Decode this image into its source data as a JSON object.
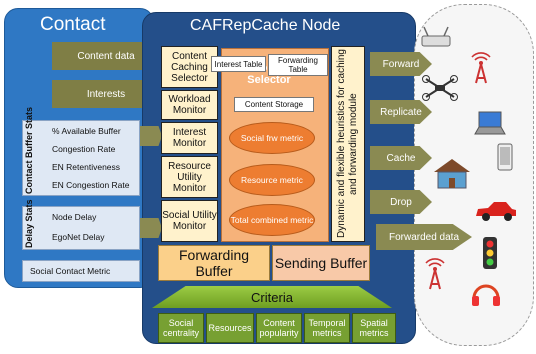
{
  "contact": {
    "title": "Contact",
    "arrow_content_data": "Content data",
    "arrow_interests": "Interests",
    "buffer_stats_label": "Contact Buffer Stats",
    "buffer_stats": [
      "% Available Buffer",
      "Congestion Rate",
      "EN  Retentiveness",
      "EN Congestion Rate"
    ],
    "delay_stats_label": "Delay Stats",
    "delay_stats": [
      "Node Delay",
      "EgoNet Delay"
    ],
    "social_contact_metric": "Social  Contact Metric"
  },
  "node": {
    "title": "CAFRepCache Node",
    "monitors": [
      "Content Caching Selector",
      "Workload Monitor",
      "Interest Monitor",
      "Resource Utility Monitor",
      "Social Utility Monitor"
    ],
    "interest_table": "Interest Table",
    "forwarding_table": "Forwarding Table",
    "topic_selector": "Topic Selector",
    "content_storage": "Content Storage",
    "metrics": [
      "Social frw metric",
      "Resource metric",
      "Total combined metric"
    ],
    "heuristics": "Dynamic and flexible heuristics for caching and forwarding module",
    "forwarding_buffer": "Forwarding Buffer",
    "sending_buffer": "Sending Buffer",
    "criteria": "Criteria",
    "criteria_items": [
      "Social centrality",
      "Resources",
      "Content popularity",
      "Temporal metrics",
      "Spatial metrics"
    ]
  },
  "actions": [
    "Forward",
    "Replicate",
    "Cache",
    "Drop"
  ],
  "forwarded_data": "Forwarded data",
  "device_icons": [
    "wifi-tower-icon",
    "router-icon",
    "drone-icon",
    "laptop-icon",
    "phone-icon",
    "house-icon",
    "car-icon",
    "traffic-light-icon",
    "headphones-icon"
  ]
}
